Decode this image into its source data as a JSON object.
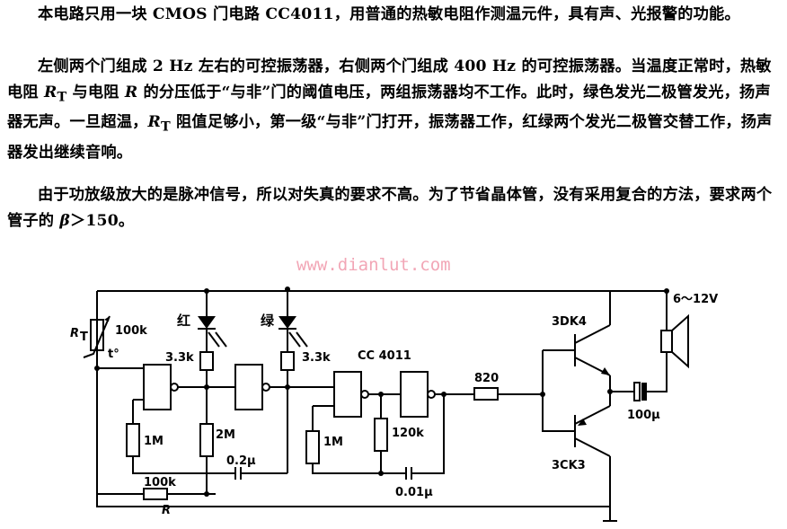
{
  "text": {
    "p1": "本电路只用一块 CMOS 门电路 CC4011，用普通的热敏电阻作测温元件，具有声、光报警的功能。",
    "p2a": "左侧两个门组成 2 Hz 左右的可控振荡器，右侧两个门组成 400 Hz 的可控振荡器。当温度正常时，热敏电阻 ",
    "p2_rt": "R",
    "p2_rt_sub": "T",
    "p2b": " 与电阻 ",
    "p2_r": "R",
    "p2c": " 的分压低于“与非”门的阈值电压，两组振荡器均不工作。此时，绿色发光二极管发光，扬声器无声。一旦超温，",
    "p2_rt2": "R",
    "p2_rt2_sub": "T",
    "p2d": " 阻值足够小，第一级“与非”门打开，振荡器工作，红绿两个发光二极管交替工作，扬声器发出继续音响。",
    "p3a": "由于功放级放大的是脉冲信号，所以对失真的要求不高。为了节省晶体管，没有采用复合的方法，要求两个管子的 ",
    "p3_beta": "β",
    "p3b": "＞150。"
  },
  "watermark": "www.dianlut.com",
  "labels": {
    "rt_symbol": "R",
    "rt_sub": "T",
    "rt_value": "100k",
    "rt_temp": "t°",
    "led_red": "红",
    "led_green": "绿",
    "res_33k_a": "3.3k",
    "res_33k_b": "3.3k",
    "ic": "CC 4011",
    "res_1m_a": "1M",
    "res_2m": "2M",
    "cap_02u": "0.2μ",
    "res_1m_b": "1M",
    "res_120k": "120k",
    "cap_001u": "0.01μ",
    "res_820": "820",
    "res_r_value": "100k",
    "res_r_symbol": "R",
    "q_top": "3DK4",
    "q_bottom": "3CK3",
    "cap_100u": "100μ",
    "supply": "6～12V"
  }
}
